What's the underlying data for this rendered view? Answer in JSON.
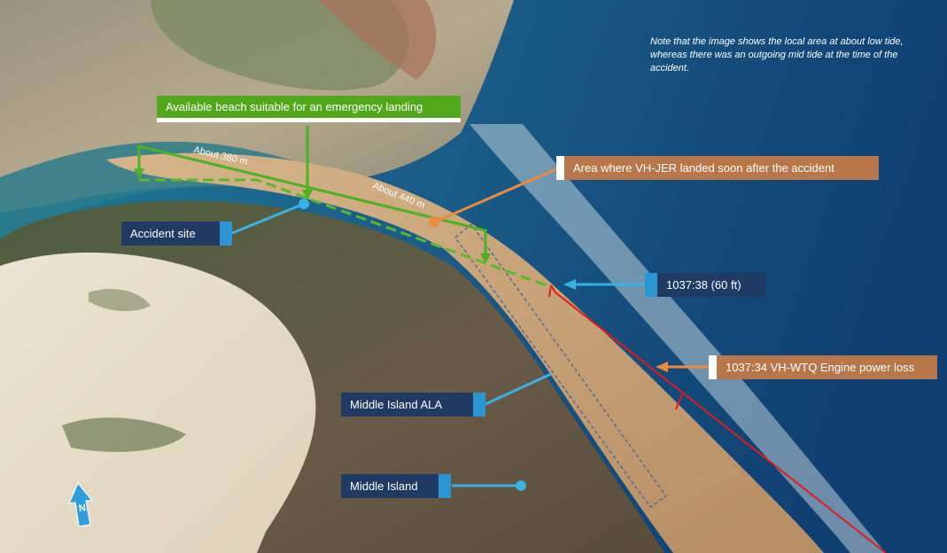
{
  "note": "Note that the image shows the local area at about low tide, whereas there was an outgoing mid tide at the time of the accident.",
  "labels": {
    "beach": "Available beach suitable for an emergency landing",
    "vh_jer": "Area where VH-JER landed soon after the accident",
    "accident_site": "Accident site",
    "time_1037_38": "1037:38 (60 ft)",
    "time_1037_34": "1037:34 VH-WTQ Engine power loss",
    "ala": "Middle Island ALA",
    "middle_island": "Middle Island"
  },
  "distances": {
    "d1": "About 380 m",
    "d2": "About 440 m"
  },
  "north_arrow": {
    "letter": "N",
    "icon": "north-arrow-icon"
  },
  "colors": {
    "navy_label": "#1f3b63",
    "orange_label": "#b8774a",
    "green_label": "#52a81b",
    "blue_accent": "#2b96d3",
    "flight_path": "#e31b1b",
    "beach_line": "#5bb82a",
    "orange_pointer": "#ef8a3a"
  }
}
